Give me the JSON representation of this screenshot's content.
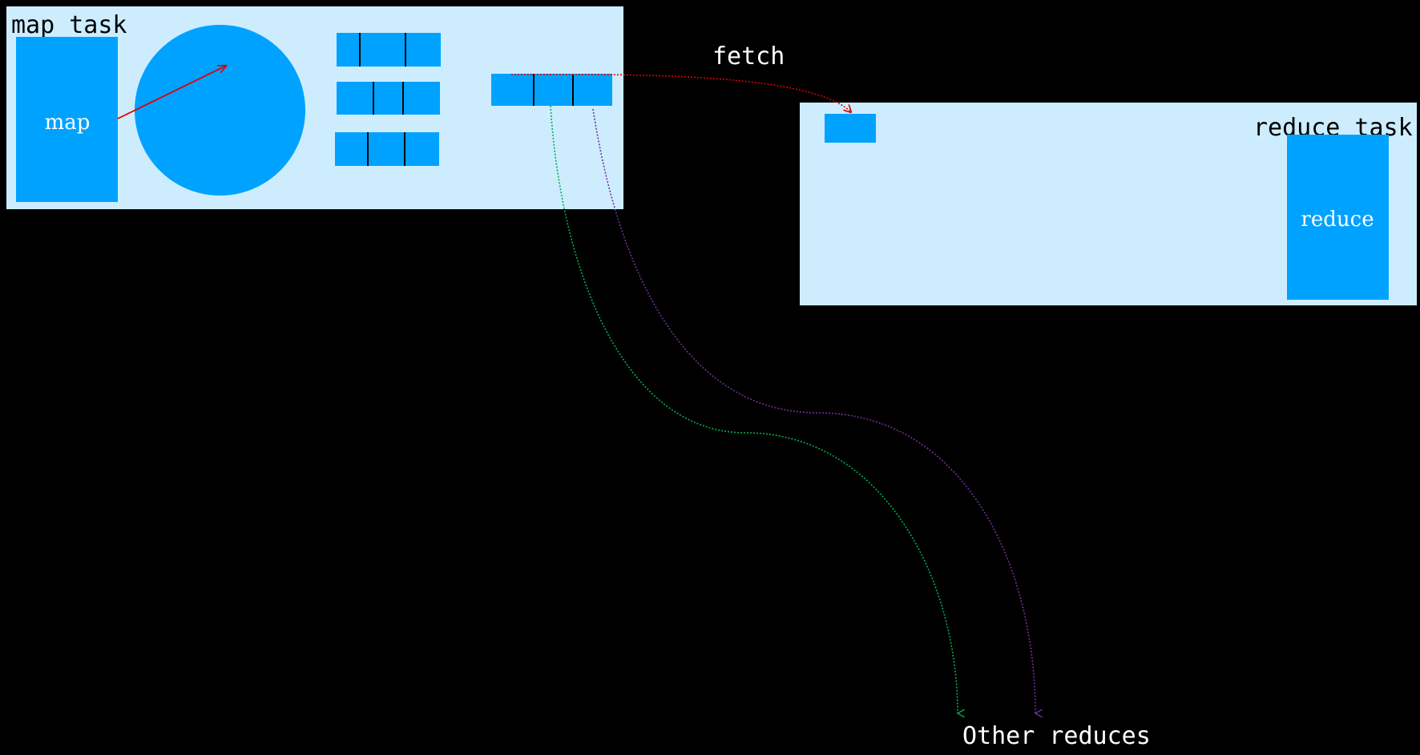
{
  "map_task": {
    "title": "map task",
    "map_label": "map"
  },
  "reduce_task": {
    "title": "reduce task",
    "reduce_label": "reduce"
  },
  "fetch_label": "fetch",
  "other_reduces_label": "Other reduces",
  "colors": {
    "background": "#000000",
    "panel": "#cdedff",
    "block": "#00a2ff",
    "fetch_arrow": "#e00000",
    "partition_arrow_green": "#00b050",
    "partition_arrow_purple": "#7030a0",
    "emit_arrow": "#e00000"
  },
  "icons": {
    "emit_arrow": "arrow-icon",
    "fetch_arrow": "dotted-arrow-icon"
  }
}
